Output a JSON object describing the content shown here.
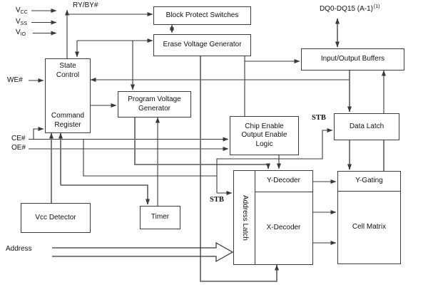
{
  "blocks": {
    "block_protect": "Block Protect Switches",
    "erase_voltage": "Erase Voltage Generator",
    "io_buffers": "Input/Output Buffers",
    "state_control": "State Control",
    "command_register": "Command Register",
    "program_voltage": "Program Voltage Generator",
    "chip_enable_logic": "Chip Enable Output Enable Logic",
    "data_latch": "Data Latch",
    "address_latch": "Address Latch",
    "y_decoder": "Y-Decoder",
    "x_decoder": "X-Decoder",
    "y_gating": "Y-Gating",
    "cell_matrix": "Cell Matrix",
    "vcc_detector": "Vcc Detector",
    "timer": "Timer"
  },
  "signals": {
    "vcc": {
      "main": "V",
      "sub": "CC"
    },
    "vss": {
      "main": "V",
      "sub": "SS"
    },
    "vio": {
      "main": "V",
      "sub": "IO"
    },
    "ryby": "RY/BY#",
    "dq": {
      "main": "DQ0-DQ15 (A-1)",
      "sup": "(1)"
    },
    "we": "WE#",
    "ce": "CE#",
    "oe": "OE#",
    "address": "Address",
    "stb": "STB"
  },
  "colors": {
    "wire": "#383838",
    "wire_heavy": "#6e6e6e",
    "box_border": "#3c3c3c",
    "background": "#ffffff"
  }
}
